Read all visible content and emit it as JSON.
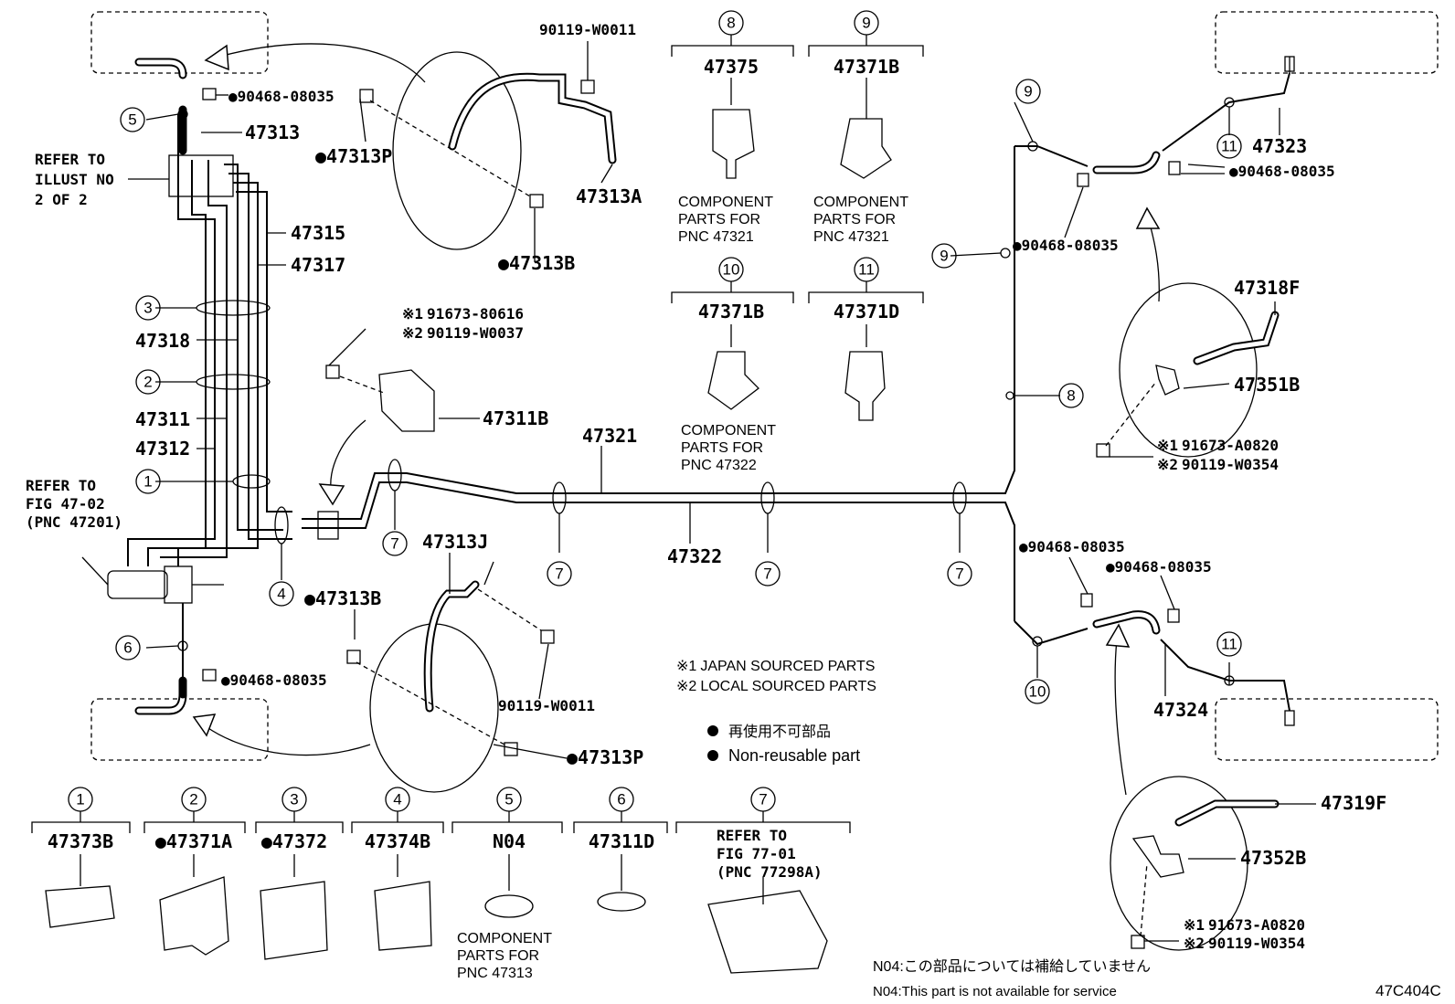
{
  "parts": {
    "p_90119_W0011_top": "90119-W0011",
    "p_90468_top_left": "90468-08035",
    "p_47313": "47313",
    "p_47313P_top": "47313P",
    "p_47313A": "47313A",
    "p_47313B_top": "47313B",
    "p_47315": "47315",
    "p_47317": "47317",
    "p_47318": "47318",
    "p_47311": "47311",
    "p_47312": "47312",
    "p_47311B": "47311B",
    "p_x1_91673_80616": "91673-80616",
    "p_x2_90119_W0037": "90119-W0037",
    "p_47321": "47321",
    "p_47322": "47322",
    "p_47313J": "47313J",
    "p_47313B_bot": "47313B",
    "p_90468_bot_left": "90468-08035",
    "p_90119_W0011_bot": "90119-W0011",
    "p_47313P_bot": "47313P",
    "p_90468_r1": "90468-08035",
    "p_90468_r2": "90468-08035",
    "p_47323": "47323",
    "p_90468_r3": "90468-08035",
    "p_90468_r4": "90468-08035",
    "p_47318F": "47318F",
    "p_47351B": "47351B",
    "p_x1_91673_A0820_a": "91673-A0820",
    "p_x2_90119_W0354_a": "90119-W0354",
    "p_47324": "47324",
    "p_47319F": "47319F",
    "p_47352B": "47352B",
    "p_x1_91673_A0820_b": "91673-A0820",
    "p_x2_90119_W0354_b": "90119-W0354"
  },
  "markers": {
    "x1": "※1",
    "x2": "※2",
    "dot": "●"
  },
  "refer_notes": {
    "illust_line1": "REFER TO",
    "illust_line2": "ILLUST NO",
    "illust_line3": "2 OF 2",
    "fig4702_line1": "REFER TO",
    "fig4702_line2": "FIG 47-02",
    "fig4702_line3": "(PNC 47201)",
    "fig7701_line1": "REFER TO",
    "fig7701_line2": "FIG 77-01",
    "fig7701_line3": "(PNC 77298A)"
  },
  "clip_boxes": {
    "b8_num": "8",
    "b8_part": "47375",
    "b9_num": "9",
    "b9_part": "47371B",
    "b10_num": "10",
    "b10_part": "47371B",
    "b11_num": "11",
    "b11_part": "47371D",
    "b1_num": "1",
    "b1_part": "47373B",
    "b2_num": "2",
    "b2_part": "47371A",
    "b3_num": "3",
    "b3_part": "47372",
    "b4_num": "4",
    "b4_part": "47374B",
    "b5_num": "5",
    "b5_part": "N04",
    "b6_num": "6",
    "b6_part": "47311D",
    "b7_num": "7"
  },
  "component_notes": {
    "line1": "COMPONENT",
    "line2": "PARTS FOR",
    "pnc47321": "PNC 47321",
    "pnc47322": "PNC 47322",
    "pnc47313": "PNC 47313"
  },
  "callouts": {
    "c1": "1",
    "c2": "2",
    "c3": "3",
    "c4": "4",
    "c5": "5",
    "c6": "6",
    "c7": "7",
    "c8": "8",
    "c9": "9",
    "c10": "10",
    "c11": "11"
  },
  "legend": {
    "japan_sourced": "JAPAN SOURCED PARTS",
    "local_sourced": "LOCAL SOURCED PARTS",
    "non_reusable_jp": "再使用不可部品",
    "non_reusable_en": "Non-reusable part",
    "n04_jp": "N04:この部品については補給していません",
    "n04_en": "N04:This part is not available for service",
    "figure_code": "47C404C"
  }
}
